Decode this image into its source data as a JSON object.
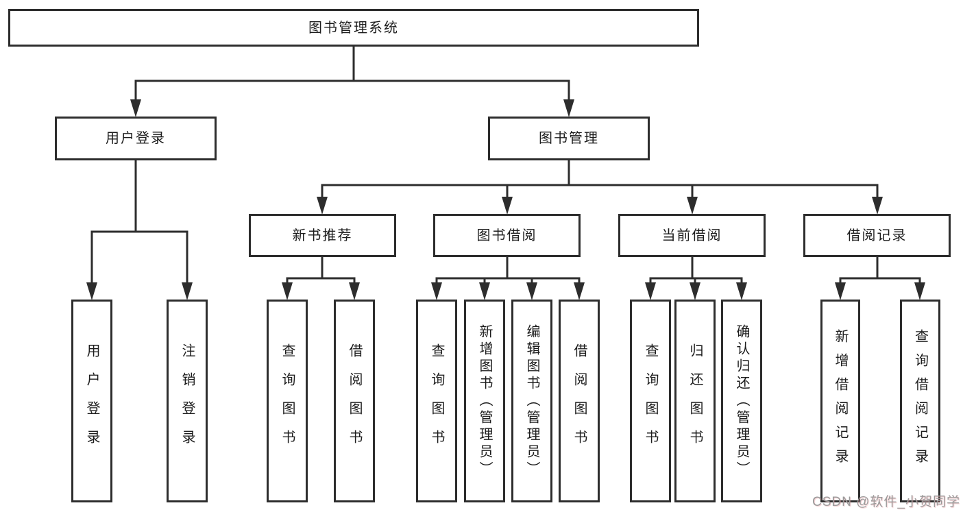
{
  "diagram": {
    "root": {
      "label": "图书管理系统"
    },
    "level2": [
      {
        "label": "用户登录"
      },
      {
        "label": "图书管理"
      }
    ],
    "level3": [
      {
        "label": "新书推荐"
      },
      {
        "label": "图书借阅"
      },
      {
        "label": "当前借阅"
      },
      {
        "label": "借阅记录"
      }
    ],
    "leaves": [
      {
        "label": "用户登录"
      },
      {
        "label": "注销登录"
      },
      {
        "label": "查询图书"
      },
      {
        "label": "借阅图书"
      },
      {
        "label": "查询图书"
      },
      {
        "label": "新增图书（管理员）"
      },
      {
        "label": "编辑图书（管理员）"
      },
      {
        "label": "借阅图书"
      },
      {
        "label": "查询图书"
      },
      {
        "label": "归还图书"
      },
      {
        "label": "确认归还（管理员）"
      },
      {
        "label": "新增借阅记录"
      },
      {
        "label": "查询借阅记录"
      }
    ]
  },
  "watermark": {
    "text": "CSDN @软件_小贺同学"
  },
  "colors": {
    "line": "#2d2d2d",
    "box_border": "#2d2d2d",
    "text": "#1d1d1d",
    "watermark_text": "#9b9b9b",
    "background": "#ffffff"
  }
}
